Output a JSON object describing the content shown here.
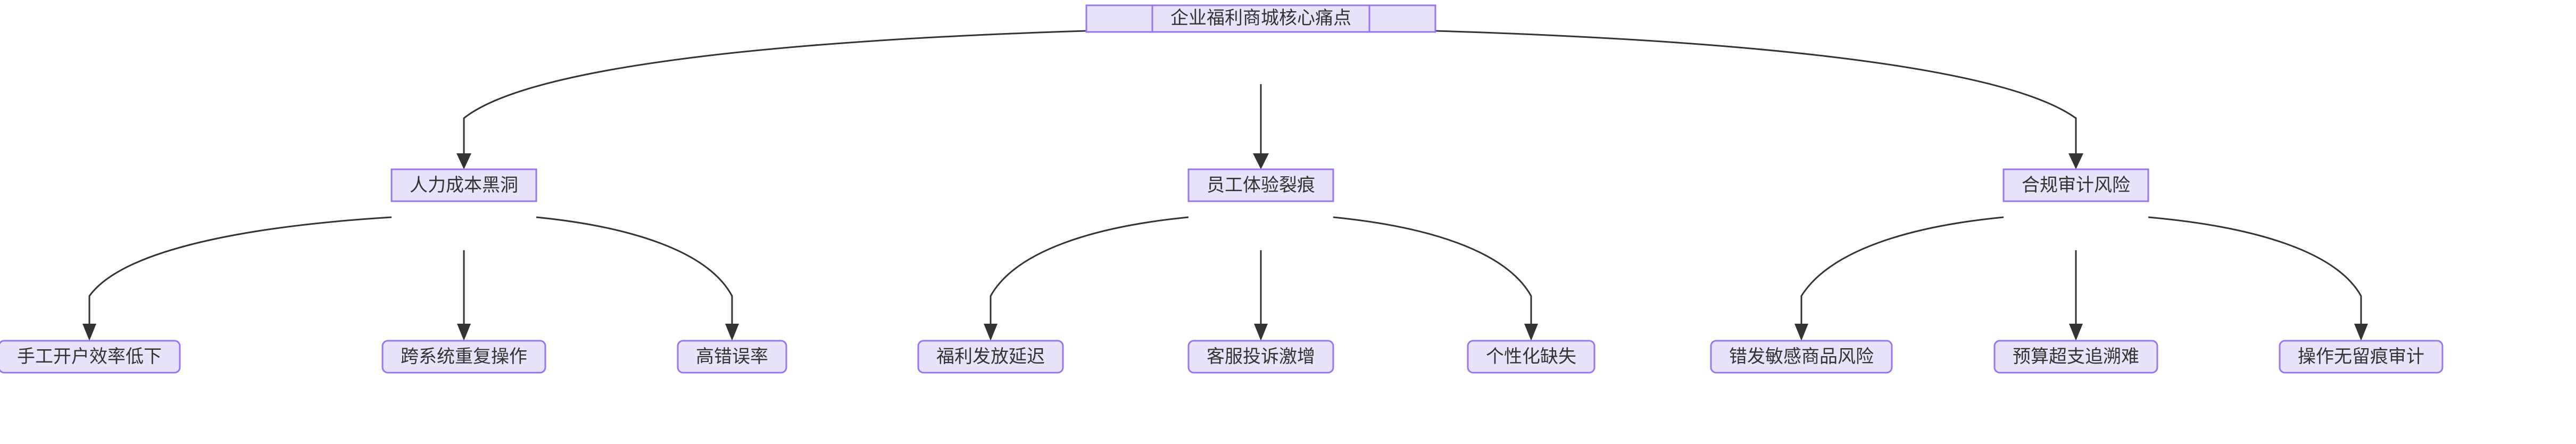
{
  "diagram": {
    "type": "flowchart",
    "direction": "top-down",
    "title_node": "企业福利商城核心痛点",
    "background_color": "#ffffff",
    "node_fill_color": "#e8e3fb",
    "node_border_color": "#9a75ef",
    "edge_color": "#333333",
    "text_color": "#333333"
  },
  "nodes": {
    "root": {
      "id": "root",
      "label": "企业福利商城核心痛点",
      "shape": "rectangle",
      "level": 0
    },
    "branches": [
      {
        "id": "branch-1",
        "label": "人力成本黑洞",
        "shape": "rectangle",
        "level": 1
      },
      {
        "id": "branch-2",
        "label": "员工体验裂痕",
        "shape": "rectangle",
        "level": 1
      },
      {
        "id": "branch-3",
        "label": "合规审计风险",
        "shape": "rectangle",
        "level": 1
      }
    ],
    "leaves": [
      {
        "id": "leaf-1",
        "label": "手工开户效率低下",
        "shape": "rounded-rectangle",
        "level": 2,
        "parent": "branch-1"
      },
      {
        "id": "leaf-2",
        "label": "跨系统重复操作",
        "shape": "rounded-rectangle",
        "level": 2,
        "parent": "branch-1"
      },
      {
        "id": "leaf-3",
        "label": "高错误率",
        "shape": "rounded-rectangle",
        "level": 2,
        "parent": "branch-1"
      },
      {
        "id": "leaf-4",
        "label": "福利发放延迟",
        "shape": "rounded-rectangle",
        "level": 2,
        "parent": "branch-2"
      },
      {
        "id": "leaf-5",
        "label": "客服投诉激增",
        "shape": "rounded-rectangle",
        "level": 2,
        "parent": "branch-2"
      },
      {
        "id": "leaf-6",
        "label": "个性化缺失",
        "shape": "rounded-rectangle",
        "level": 2,
        "parent": "branch-2"
      },
      {
        "id": "leaf-7",
        "label": "错发敏感商品风险",
        "shape": "rounded-rectangle",
        "level": 2,
        "parent": "branch-3"
      },
      {
        "id": "leaf-8",
        "label": "预算超支追溯难",
        "shape": "rounded-rectangle",
        "level": 2,
        "parent": "branch-3"
      },
      {
        "id": "leaf-9",
        "label": "操作无留痕审计",
        "shape": "rounded-rectangle",
        "level": 2,
        "parent": "branch-3"
      }
    ]
  },
  "edges": [
    {
      "id": "edge-root-b1",
      "from": "root",
      "to": "branch-1",
      "style": "curved-arrow"
    },
    {
      "id": "edge-root-b2",
      "from": "root",
      "to": "branch-2",
      "style": "straight-arrow"
    },
    {
      "id": "edge-root-b3",
      "from": "root",
      "to": "branch-3",
      "style": "curved-arrow"
    },
    {
      "id": "edge-b1-l1",
      "from": "branch-1",
      "to": "leaf-1",
      "style": "curved-arrow"
    },
    {
      "id": "edge-b1-l2",
      "from": "branch-1",
      "to": "leaf-2",
      "style": "straight-arrow"
    },
    {
      "id": "edge-b1-l3",
      "from": "branch-1",
      "to": "leaf-3",
      "style": "curved-arrow"
    },
    {
      "id": "edge-b2-l4",
      "from": "branch-2",
      "to": "leaf-4",
      "style": "curved-arrow"
    },
    {
      "id": "edge-b2-l5",
      "from": "branch-2",
      "to": "leaf-5",
      "style": "straight-arrow"
    },
    {
      "id": "edge-b2-l6",
      "from": "branch-2",
      "to": "leaf-6",
      "style": "curved-arrow"
    },
    {
      "id": "edge-b3-l7",
      "from": "branch-3",
      "to": "leaf-7",
      "style": "curved-arrow"
    },
    {
      "id": "edge-b3-l8",
      "from": "branch-3",
      "to": "leaf-8",
      "style": "straight-arrow"
    },
    {
      "id": "edge-b3-l9",
      "from": "branch-3",
      "to": "leaf-9",
      "style": "curved-arrow"
    }
  ]
}
